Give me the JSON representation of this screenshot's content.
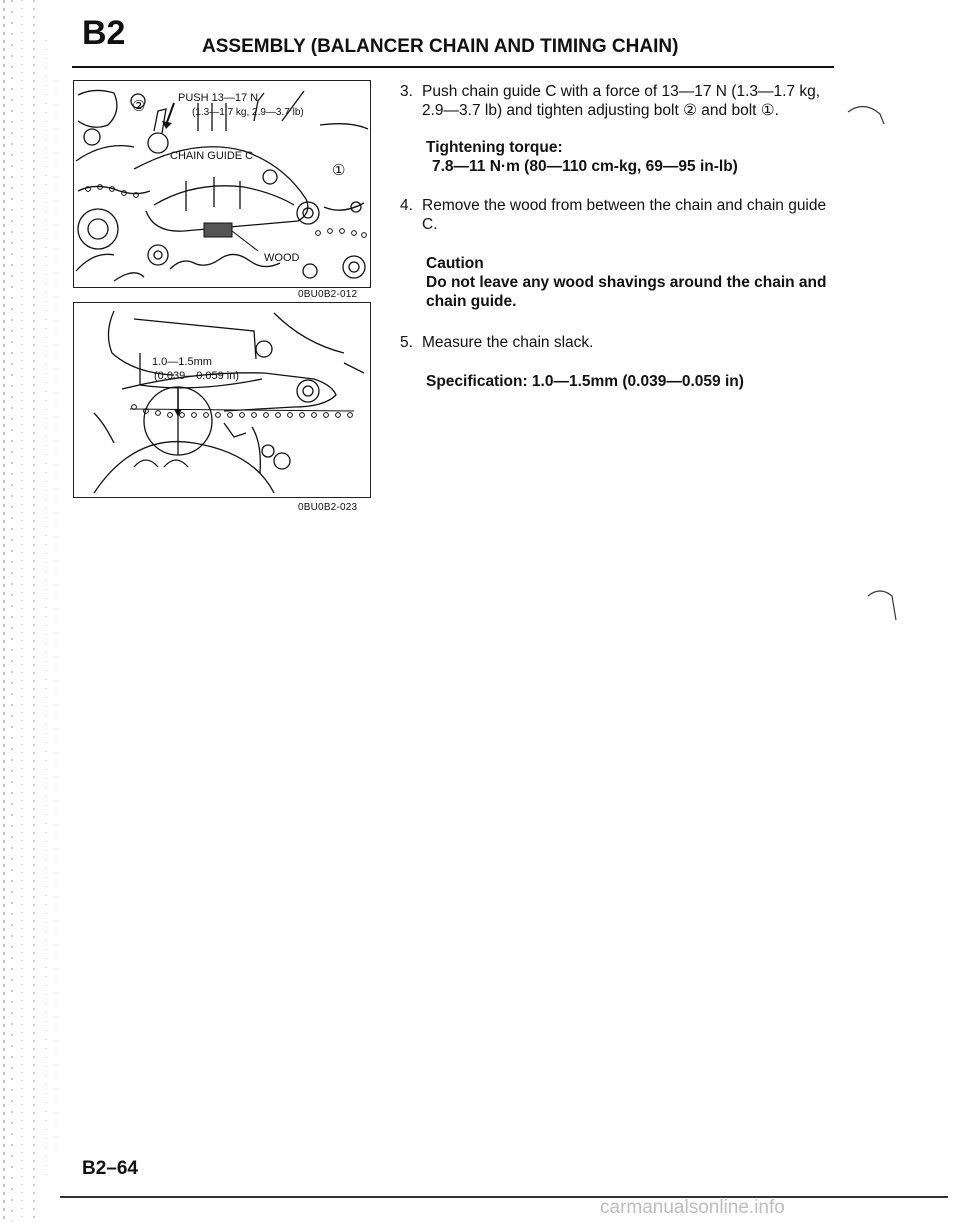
{
  "header": {
    "section_code": "B2",
    "title": "ASSEMBLY (BALANCER CHAIN AND TIMING CHAIN)"
  },
  "figures": [
    {
      "code": "0BU0B2-012",
      "labels": {
        "push": "PUSH 13—17 N",
        "push_alt": "(1.3—1.7 kg, 2.9—3.7 lb)",
        "chain_guide": "CHAIN GUIDE C",
        "wood": "WOOD",
        "callout_2": "②",
        "callout_1": "①"
      }
    },
    {
      "code": "0BU0B2-023",
      "labels": {
        "slack_mm": "1.0—1.5mm",
        "slack_in": "(0.039—0.059 in)"
      }
    }
  ],
  "steps": [
    {
      "number": "3.",
      "text": "Push chain guide C with a force of 13—17 N (1.3—1.7 kg, 2.9—3.7 lb) and tighten adjusting bolt ② and bolt ①.",
      "torque_label": "Tightening torque:",
      "torque_value": "7.8—11 N·m (80—110 cm-kg, 69—95 in-lb)"
    },
    {
      "number": "4.",
      "text": "Remove the wood from between the chain and chain guide C.",
      "caution_label": "Caution",
      "caution_text": "Do not leave any wood shavings around the chain and chain guide."
    },
    {
      "number": "5.",
      "text": "Measure the chain slack.",
      "spec": "Specification: 1.0—1.5mm (0.039—0.059 in)"
    }
  ],
  "footer": {
    "page_number": "B2–64",
    "watermark": "carmanualsonline.info"
  }
}
